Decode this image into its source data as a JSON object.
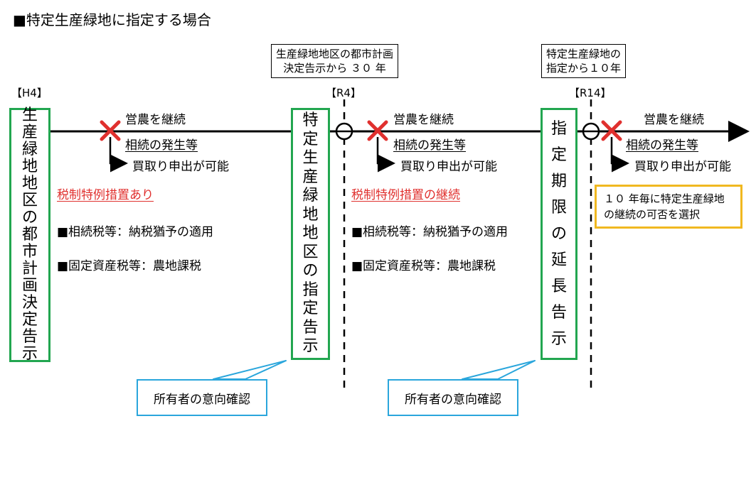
{
  "title": "■特定生産緑地に指定する場合",
  "milestones": {
    "h4": "【H4】",
    "r4": "【R4】",
    "r14": "【R14】"
  },
  "top_callouts": {
    "thirty_years": [
      "生産緑地地区の都市計画",
      "決定告示から ３０ 年"
    ],
    "ten_years": [
      "特定生産緑地の",
      "指定から１０年"
    ]
  },
  "vertical_boxes": {
    "city_plan_notice": "生産緑地地区の都市計画決定告示",
    "designation_notice": "特定生産緑地地区の指定告示",
    "extension_notice": "指定期限の延長告示"
  },
  "phase_labels": {
    "continue_farming": "営農を継続",
    "inheritance_etc": "相続の発生等",
    "purchase_request": "買取り申出が可能"
  },
  "tax": {
    "special_measure": "税制特例措置あり",
    "special_measure_continued": "税制特例措置の継続",
    "inheritance_tax": "■相続税等：納税猶予の適用",
    "property_tax": "■固定資産税等：農地課税"
  },
  "owner_intent": "所有者の意向確認",
  "ten_year_note": [
    "１０ 年毎に特定生産緑地",
    "の継続の可否を選択"
  ],
  "colors": {
    "green_border": "#22a650",
    "red_accent": "#e0302e",
    "blue_callout": "#2aa6dc",
    "yellow_border": "#f0b820"
  },
  "icons": [
    "cross-mark-icon",
    "circle-cross-icon",
    "arrow-right-icon"
  ]
}
